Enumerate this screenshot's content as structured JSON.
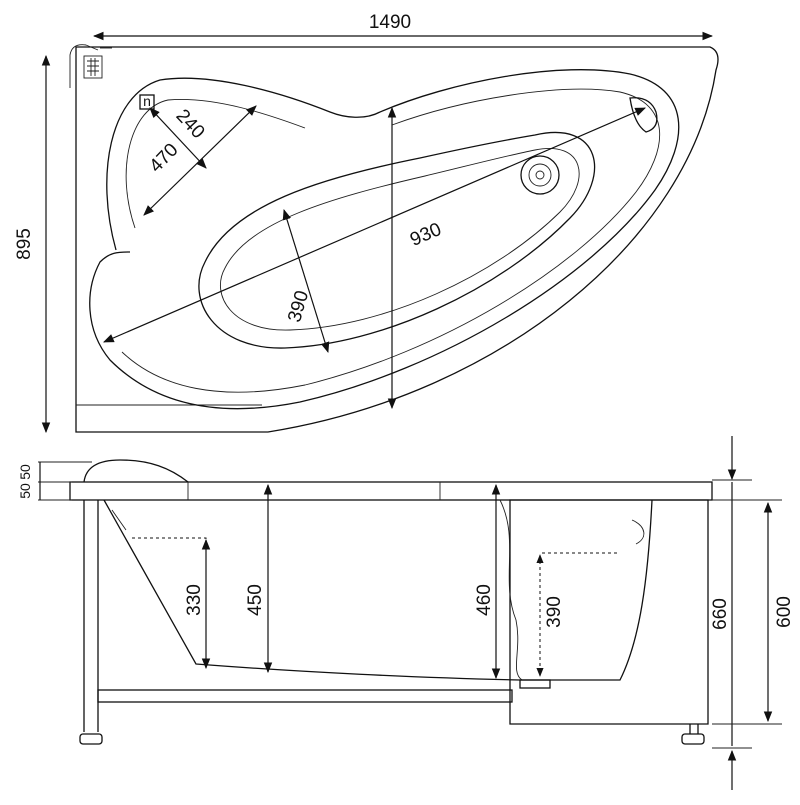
{
  "diagram": {
    "top_view": {
      "width_label": "1490",
      "depth_label": "895",
      "diagonal_label": "930",
      "inner_width_label": "390",
      "seat_length_label": "470",
      "seat_width_label": "240",
      "tap_mark": "n"
    },
    "side_view": {
      "rim_label_a": "50",
      "rim_label_b": "50",
      "depth_left_label": "330",
      "depth_center_label": "450",
      "depth_right_label": "460",
      "depth_right_inner_label": "390",
      "total_height_label": "660",
      "frame_height_label": "600"
    },
    "colors": {
      "line": "#111111",
      "background": "#ffffff"
    }
  }
}
